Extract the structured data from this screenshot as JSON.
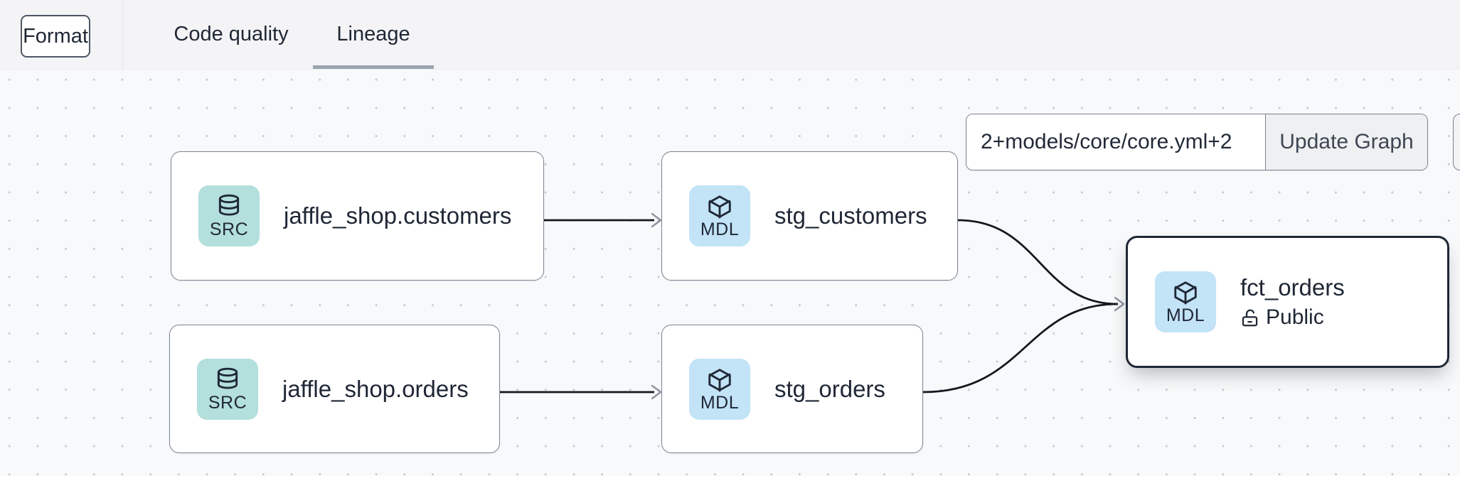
{
  "header": {
    "format_button": "Format",
    "tabs": [
      {
        "label": "Code quality",
        "active": false
      },
      {
        "label": "Lineage",
        "active": true
      }
    ]
  },
  "graph_controls": {
    "selector_value": "2+models/core/core.yml+2",
    "update_button": "Update Graph"
  },
  "nodes": [
    {
      "id": "source-jaffle_shop-customers",
      "badge": "SRC",
      "icon": "database-icon",
      "label": "jaffle_shop.customers",
      "selected": false
    },
    {
      "id": "source-jaffle_shop-orders",
      "badge": "SRC",
      "icon": "database-icon",
      "label": "jaffle_shop.orders",
      "selected": false
    },
    {
      "id": "model-stg_customers",
      "badge": "MDL",
      "icon": "cube-icon",
      "label": "stg_customers",
      "selected": false
    },
    {
      "id": "model-stg_orders",
      "badge": "MDL",
      "icon": "cube-icon",
      "label": "stg_orders",
      "selected": false
    },
    {
      "id": "model-fct_orders",
      "badge": "MDL",
      "icon": "cube-icon",
      "label": "fct_orders",
      "access": "Public",
      "access_icon": "unlock-icon",
      "selected": true
    }
  ],
  "edges": [
    {
      "from": "jaffle_shop.customers",
      "to": "stg_customers"
    },
    {
      "from": "jaffle_shop.orders",
      "to": "stg_orders"
    },
    {
      "from": "stg_customers",
      "to": "fct_orders"
    },
    {
      "from": "stg_orders",
      "to": "fct_orders"
    }
  ],
  "colors": {
    "src_badge": "#b3dfdc",
    "mdl_badge": "#c3e3f7",
    "node_border": "#7c8492",
    "selected_node_border": "#1f2735",
    "edge": "#15181e",
    "arrowhead": "#8d93a0",
    "active_tab_underline": "#9aa3af",
    "topbar_bg": "#f4f4f6",
    "canvas_bg": "#f8f9fa"
  }
}
